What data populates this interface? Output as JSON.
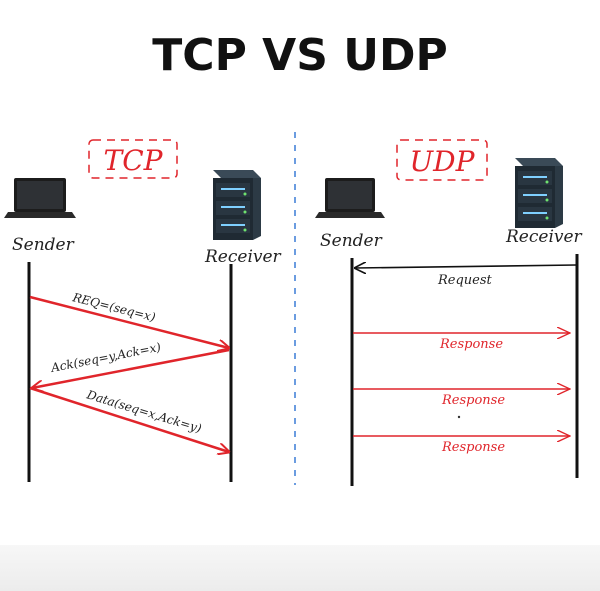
{
  "title": "TCP VS UDP",
  "tcp": {
    "label": "TCP",
    "sender": "Sender",
    "receiver": "Receiver",
    "messages": [
      "REQ=(seq=x)",
      "Ack(seq=y,Ack=x)",
      "Data(seq=x,Ack=y)"
    ]
  },
  "udp": {
    "label": "UDP",
    "sender": "Sender",
    "receiver": "Receiver",
    "request": "Request",
    "responses": [
      "Response",
      "Response",
      "Response"
    ]
  },
  "colors": {
    "red": "#e0252b",
    "black": "#111111",
    "divider": "#3a7bd5"
  }
}
